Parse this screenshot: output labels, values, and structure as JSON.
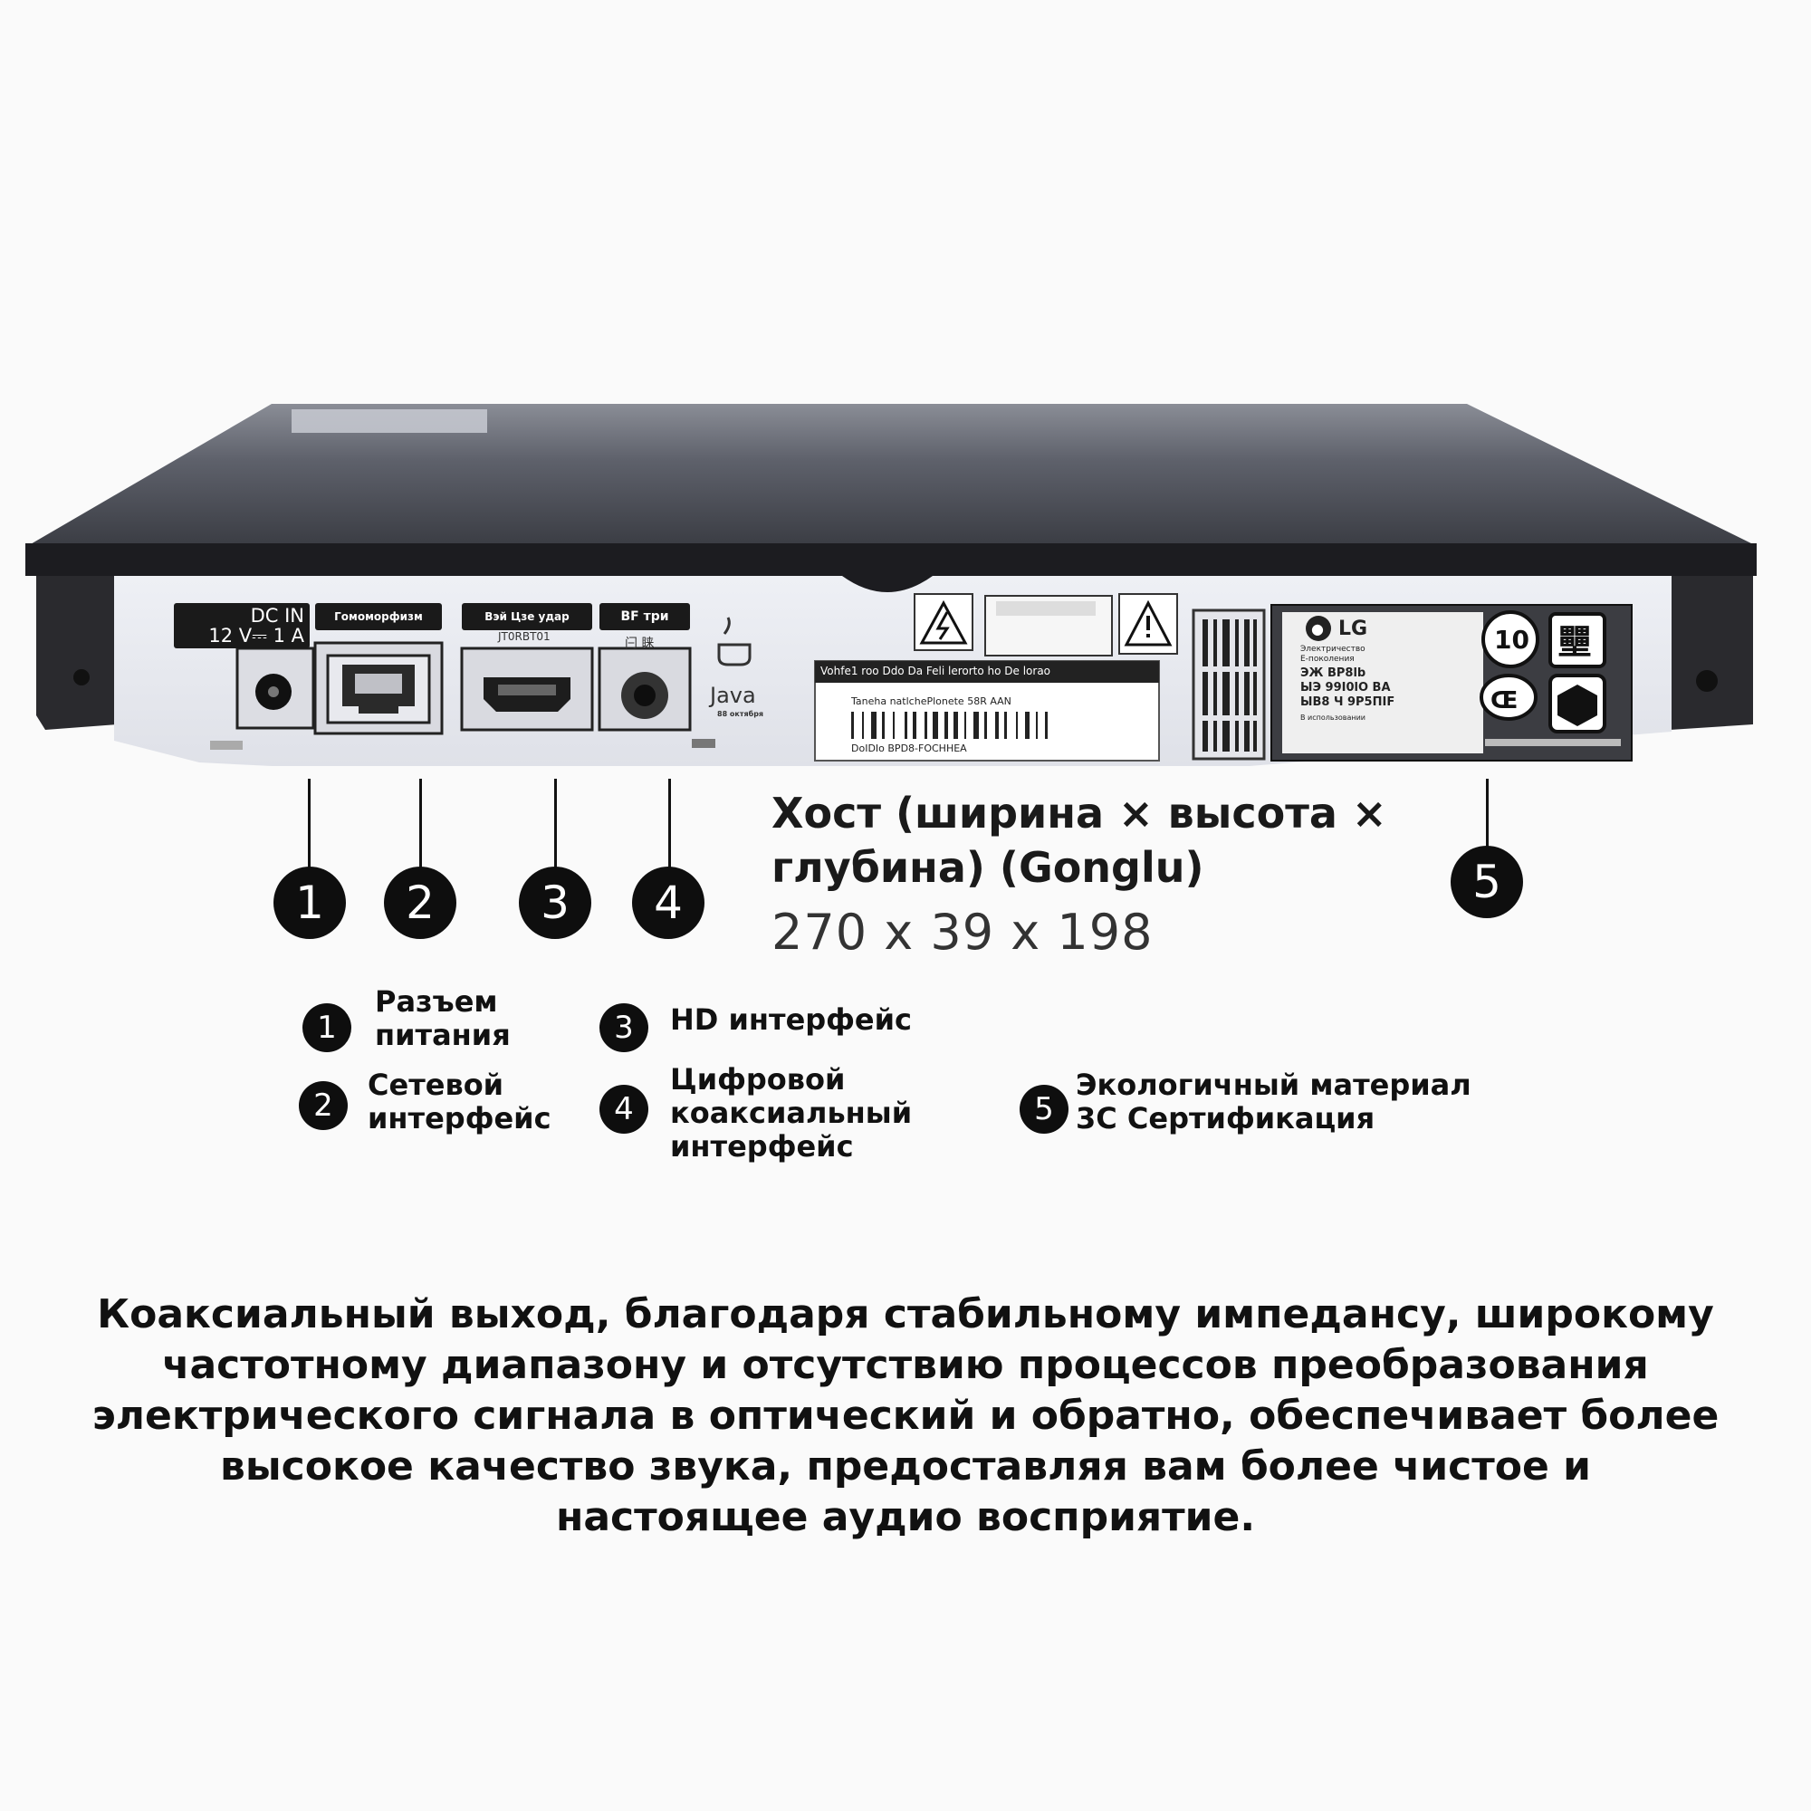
{
  "device": {
    "ports": {
      "dc_in": {
        "line1": "DC IN",
        "line2": "12 V⎓ 1 A"
      },
      "network": {
        "label": "Гомоморфизм"
      },
      "hdmi": {
        "label": "Вэй Цзе удар",
        "sub": "JT0RBT01"
      },
      "coax": {
        "label": "BF три",
        "sub": "闩 睐"
      },
      "java": {
        "label": "Java",
        "sub": "88 октября"
      }
    },
    "center_label": {
      "header": "Vohfe1 roo Ddo Da Feli lerorto ho De lorao",
      "row1": "Taneha natlchePlonete 58R AAN",
      "row3": "DoIDIo BPD8-FOCHHEA"
    },
    "lg_label": {
      "brand": "LG",
      "line1": "Электричество",
      "line2": "E-поколения",
      "line3": "ЭЖ BP8lb",
      "line4": "ЫЭ 99I0lO BA",
      "line5": "ЫВ8 Ч 9P5ПIF",
      "note": "В использовании",
      "badge": "10"
    }
  },
  "callouts": [
    "1",
    "2",
    "3",
    "4",
    "5"
  ],
  "dimensions": {
    "title": "Хост (ширина × высота × глубина) (Gonglu)",
    "value": "270 x 39 x 198"
  },
  "legend": [
    {
      "num": "1",
      "text": "Разъем питания"
    },
    {
      "num": "2",
      "text": "Сетевой интерфейс"
    },
    {
      "num": "3",
      "text": "HD интерфейс"
    },
    {
      "num": "4",
      "text": "Цифровой коаксиальный интерфейс"
    },
    {
      "num": "5",
      "text": "Экологичный материал 3C Сертификация"
    }
  ],
  "description": "Коаксиальный выход, благодаря стабильному импедансу, широкому частотному диапазону и отсутствию процессов преобразования электрического сигнала в оптический и обратно, обеспечивает более высокое качество звука, предоставляя вам более чистое и настоящее аудио восприятие.",
  "colors": {
    "panel": "#e6e7ee",
    "top": "#5d606a",
    "trim": "#1a1a1e",
    "text": "#111111"
  }
}
